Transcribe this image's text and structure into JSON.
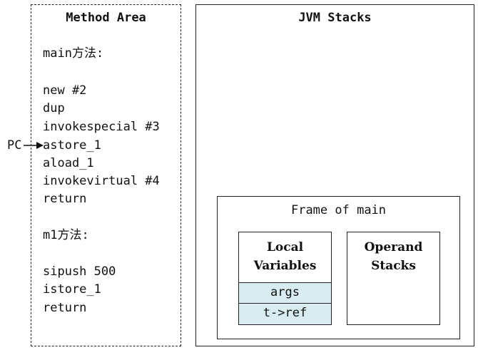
{
  "method_area": {
    "title": "Method Area",
    "main_header": "main方法:",
    "main_code": [
      "new #2",
      "dup",
      "invokespecial #3",
      "astore_1",
      "aload_1",
      "invokevirtual #4",
      "return"
    ],
    "m1_header": "m1方法:",
    "m1_code": [
      "sipush 500",
      "istore_1",
      "return"
    ]
  },
  "pc": {
    "label": "PC"
  },
  "jvm_stacks": {
    "title": "JVM Stacks",
    "frame": {
      "title": "Frame of main",
      "local_variables": {
        "title_line1": "Local",
        "title_line2": "Variables",
        "slots": [
          "args",
          "t->ref"
        ]
      },
      "operand_stacks": {
        "title_line1": "Operand",
        "title_line2": "Stacks"
      }
    }
  },
  "colors": {
    "slot_fill": "#d8ecf2",
    "border": "#222222"
  }
}
